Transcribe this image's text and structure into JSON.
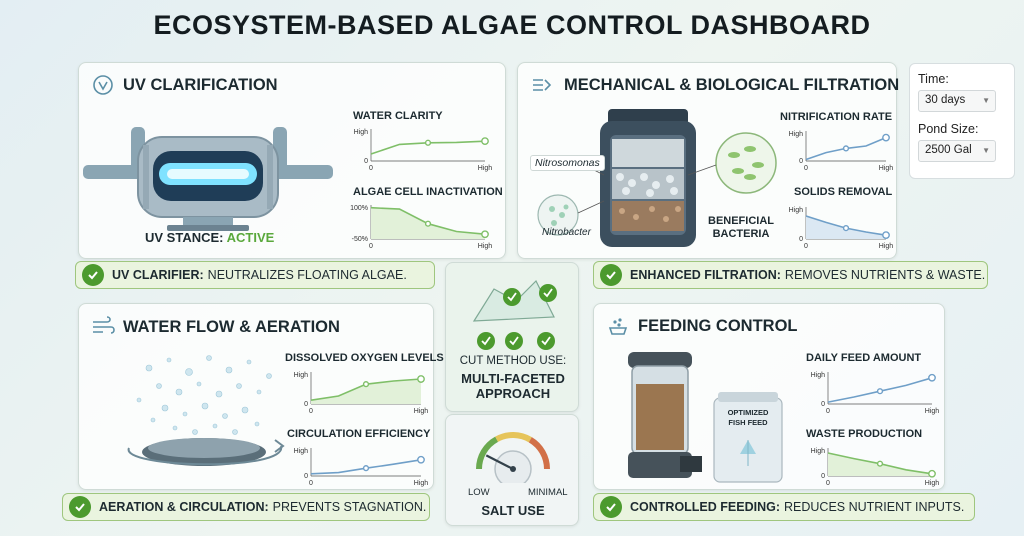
{
  "title": "ECOSYSTEM-BASED ALGAE CONTROL DASHBOARD",
  "colors": {
    "accent_green": "#4c9a2e",
    "line_green": "#7fbf68",
    "line_blue": "#6f9fc8",
    "active": "#5aa83c"
  },
  "uv": {
    "title": "UV CLARIFICATION",
    "status_label": "UV STANCE:",
    "status_value": "ACTIVE",
    "banner_strong": "UV CLARIFIER:",
    "banner_text": "NEUTRALIZES FLOATING ALGAE."
  },
  "filtration": {
    "title": "MECHANICAL & BIOLOGICAL FILTRATION",
    "label_nitrosomonas": "Nitrosomonas",
    "label_nitrobacter": "Nitrobacter",
    "label_bacteria_1": "BENEFICIAL",
    "label_bacteria_2": "BACTERIA",
    "banner_strong": "ENHANCED FILTRATION:",
    "banner_text": "REMOVES NUTRIENTS & WASTE."
  },
  "controls": {
    "time_label": "Time:",
    "time_value": "30 days",
    "pond_label": "Pond Size:",
    "pond_value": "2500 Gal"
  },
  "aeration": {
    "title": "WATER FLOW & AERATION",
    "banner_strong": "AERATION & CIRCULATION:",
    "banner_text": "PREVENTS STAGNATION."
  },
  "center": {
    "method_label": "CUT METHOD USE:",
    "method_value_1": "MULTI-FACETED",
    "method_value_2": "APPROACH",
    "gauge_low": "LOW",
    "gauge_high": "MINIMAL",
    "gauge_title": "SALT USE",
    "gauge_level": 0.15
  },
  "feeding": {
    "title": "FEEDING CONTROL",
    "bag_label_1": "OPTIMIZED",
    "bag_label_2": "FISH FEED",
    "banner_strong": "CONTROLLED FEEDING:",
    "banner_text": "REDUCES NUTRIENT INPUTS."
  },
  "chart_data": [
    {
      "id": "water-clarity",
      "type": "line",
      "title": "WATER CLARITY",
      "color": "green",
      "y_top": "High",
      "y_bottom": "0",
      "x_left": "0",
      "x_right": "High",
      "values": [
        0.22,
        0.52,
        0.57,
        0.58,
        0.62
      ]
    },
    {
      "id": "algae-inactivation",
      "type": "area",
      "title": "ALGAE CELL INACTIVATION",
      "color": "green",
      "y_top": "100%",
      "y_bottom": "-50%",
      "x_left": "0",
      "x_right": "High",
      "values": [
        0.92,
        0.88,
        0.45,
        0.22,
        0.14
      ]
    },
    {
      "id": "nitrification-rate",
      "type": "line",
      "title": "NITRIFICATION RATE",
      "color": "blue",
      "y_top": "High",
      "y_bottom": "0",
      "x_left": "0",
      "x_right": "High",
      "values": [
        0.05,
        0.28,
        0.42,
        0.5,
        0.78
      ]
    },
    {
      "id": "solids-removal",
      "type": "area",
      "title": "SOLIDS REMOVAL",
      "color": "blue",
      "y_top": "High",
      "y_bottom": "0",
      "x_left": "0",
      "x_right": "High",
      "values": [
        0.72,
        0.52,
        0.34,
        0.22,
        0.12
      ]
    },
    {
      "id": "dissolved-oxygen",
      "type": "area",
      "title": "DISSOLVED OXYGEN LEVELS",
      "color": "green",
      "y_top": "High",
      "y_bottom": "0",
      "x_left": "0",
      "x_right": "High",
      "values": [
        0.12,
        0.25,
        0.62,
        0.72,
        0.78
      ]
    },
    {
      "id": "circulation-efficiency",
      "type": "line",
      "title": "CIRCULATION EFFICIENCY",
      "color": "blue",
      "y_top": "High",
      "y_bottom": "0",
      "x_left": "0",
      "x_right": "High",
      "values": [
        0.08,
        0.12,
        0.28,
        0.42,
        0.58
      ]
    },
    {
      "id": "daily-feed",
      "type": "line",
      "title": "DAILY FEED AMOUNT",
      "color": "blue",
      "y_top": "High",
      "y_bottom": "0",
      "x_left": "0",
      "x_right": "High",
      "values": [
        0.06,
        0.22,
        0.4,
        0.58,
        0.82
      ]
    },
    {
      "id": "waste-production",
      "type": "area",
      "title": "WASTE PRODUCTION",
      "color": "green",
      "y_top": "High",
      "y_bottom": "0",
      "x_left": "0",
      "x_right": "High",
      "values": [
        0.82,
        0.62,
        0.44,
        0.22,
        0.08
      ]
    }
  ]
}
